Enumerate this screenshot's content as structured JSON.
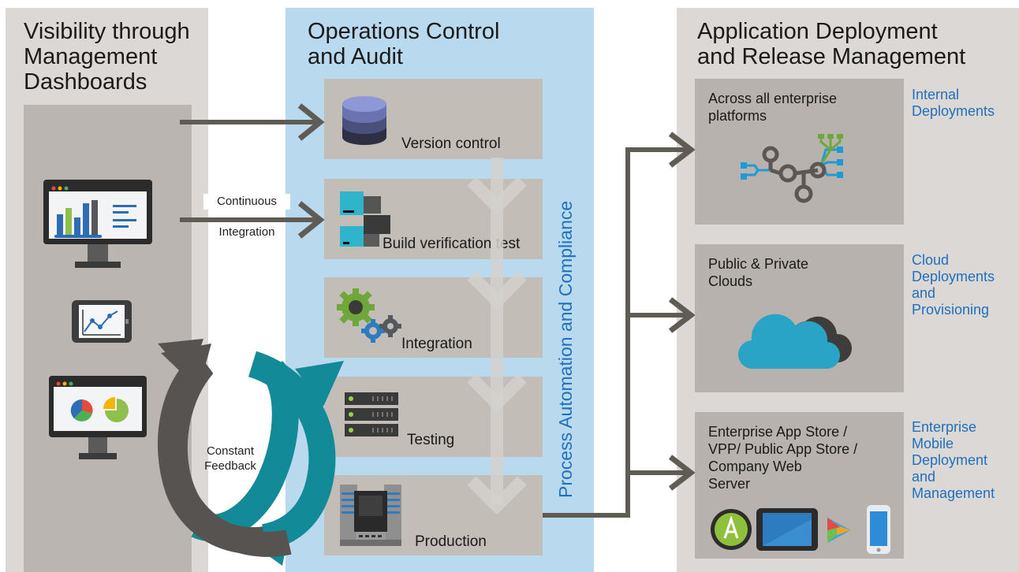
{
  "columns": {
    "left": {
      "title": "Visibility through\nManagement\nDashboards"
    },
    "middle": {
      "title": "Operations Control\nand Audit",
      "vertical_label": "Process Automation and Compliance"
    },
    "right": {
      "title": "Application Deployment\nand Release Management"
    }
  },
  "pipeline": {
    "stages": [
      {
        "label": "Version control",
        "icon": "database-icon"
      },
      {
        "label": "Build verification test",
        "icon": "build-servers-icon"
      },
      {
        "label": "Integration",
        "icon": "gears-icon"
      },
      {
        "label": "Testing",
        "icon": "server-rack-icon"
      },
      {
        "label": "Production",
        "icon": "production-server-icon"
      }
    ]
  },
  "connectors": {
    "ci_label_line1": "Continuous",
    "ci_label_line2": "Integration",
    "feedback_label_line1": "Constant",
    "feedback_label_line2": "Feedback"
  },
  "targets": [
    {
      "title": "Across all enterprise\nplatforms",
      "side_label": "Internal\nDeployments",
      "icon": "network-branches-icon"
    },
    {
      "title": "Public & Private\nClouds",
      "side_label": "Cloud\nDeployments\nand\nProvisioning",
      "icon": "cloud-icon"
    },
    {
      "title": "Enterprise App Store /\nVPP/ Public App Store /\nCompany Web\nServer",
      "side_label": "Enterprise\nMobile\nDeployment\nand\nManagement",
      "icon": "app-store-icons"
    }
  ],
  "colors": {
    "left_bg": "#dcd8d5",
    "middle_bg": "#b8d9ee",
    "right_bg": "#dcd8d5",
    "panel": "#b3aea8",
    "arrow": "#5f5b55",
    "accent_blue": "#1f6fbf",
    "teal": "#138a97"
  }
}
